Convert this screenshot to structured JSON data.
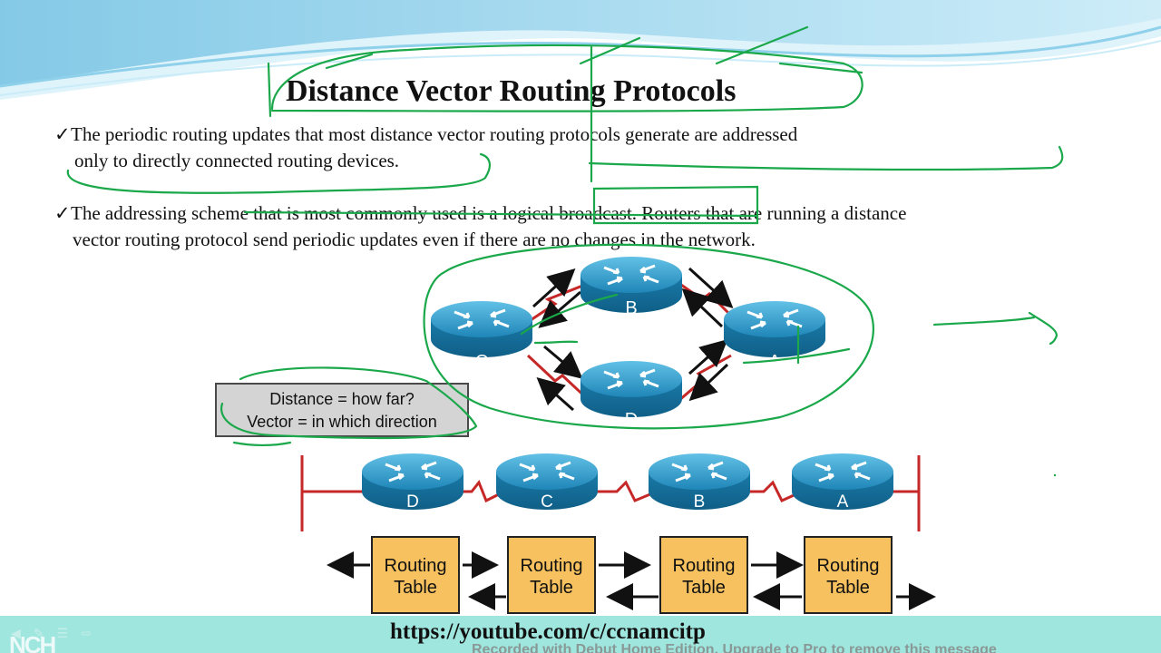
{
  "slide": {
    "title": "Distance Vector Routing Protocols",
    "bullets": [
      {
        "check": "✓",
        "line1": "The periodic routing updates that most distance vector routing protocols generate are addressed",
        "line2": "only to directly connected routing devices."
      },
      {
        "check": "✓",
        "line1": "The addressing scheme that is most commonly used is a logical broadcast. Routers that are running a distance",
        "line2": "vector routing protocol send periodic updates even if there are no changes in the network."
      }
    ],
    "legend": {
      "distance": "Distance = how far?",
      "vector": "Vector = in which direction"
    },
    "routers_ring": [
      "B",
      "C",
      "A",
      "D"
    ],
    "routers_row": [
      "D",
      "C",
      "B",
      "A"
    ],
    "routing_tables": [
      {
        "line1": "Routing",
        "line2": "Table"
      },
      {
        "line1": "Routing",
        "line2": "Table"
      },
      {
        "line1": "Routing",
        "line2": "Table"
      },
      {
        "line1": "Routing",
        "line2": "Table"
      }
    ]
  },
  "footer": {
    "link": "https://youtube.com/c/ccnamcitp",
    "watermark": "Recorded with Debut Home Edition. Upgrade to Pro to remove this message",
    "logo": "NCH",
    "nav_icons": [
      "prev-icon",
      "pen-icon",
      "menu-icon",
      "next-icon"
    ]
  },
  "colors": {
    "router_blue": "#1f86b8",
    "link_red": "#c62828",
    "ink_green": "#1aa84a",
    "table_fill": "#f6c15e",
    "footer_teal": "#9ee6de"
  }
}
